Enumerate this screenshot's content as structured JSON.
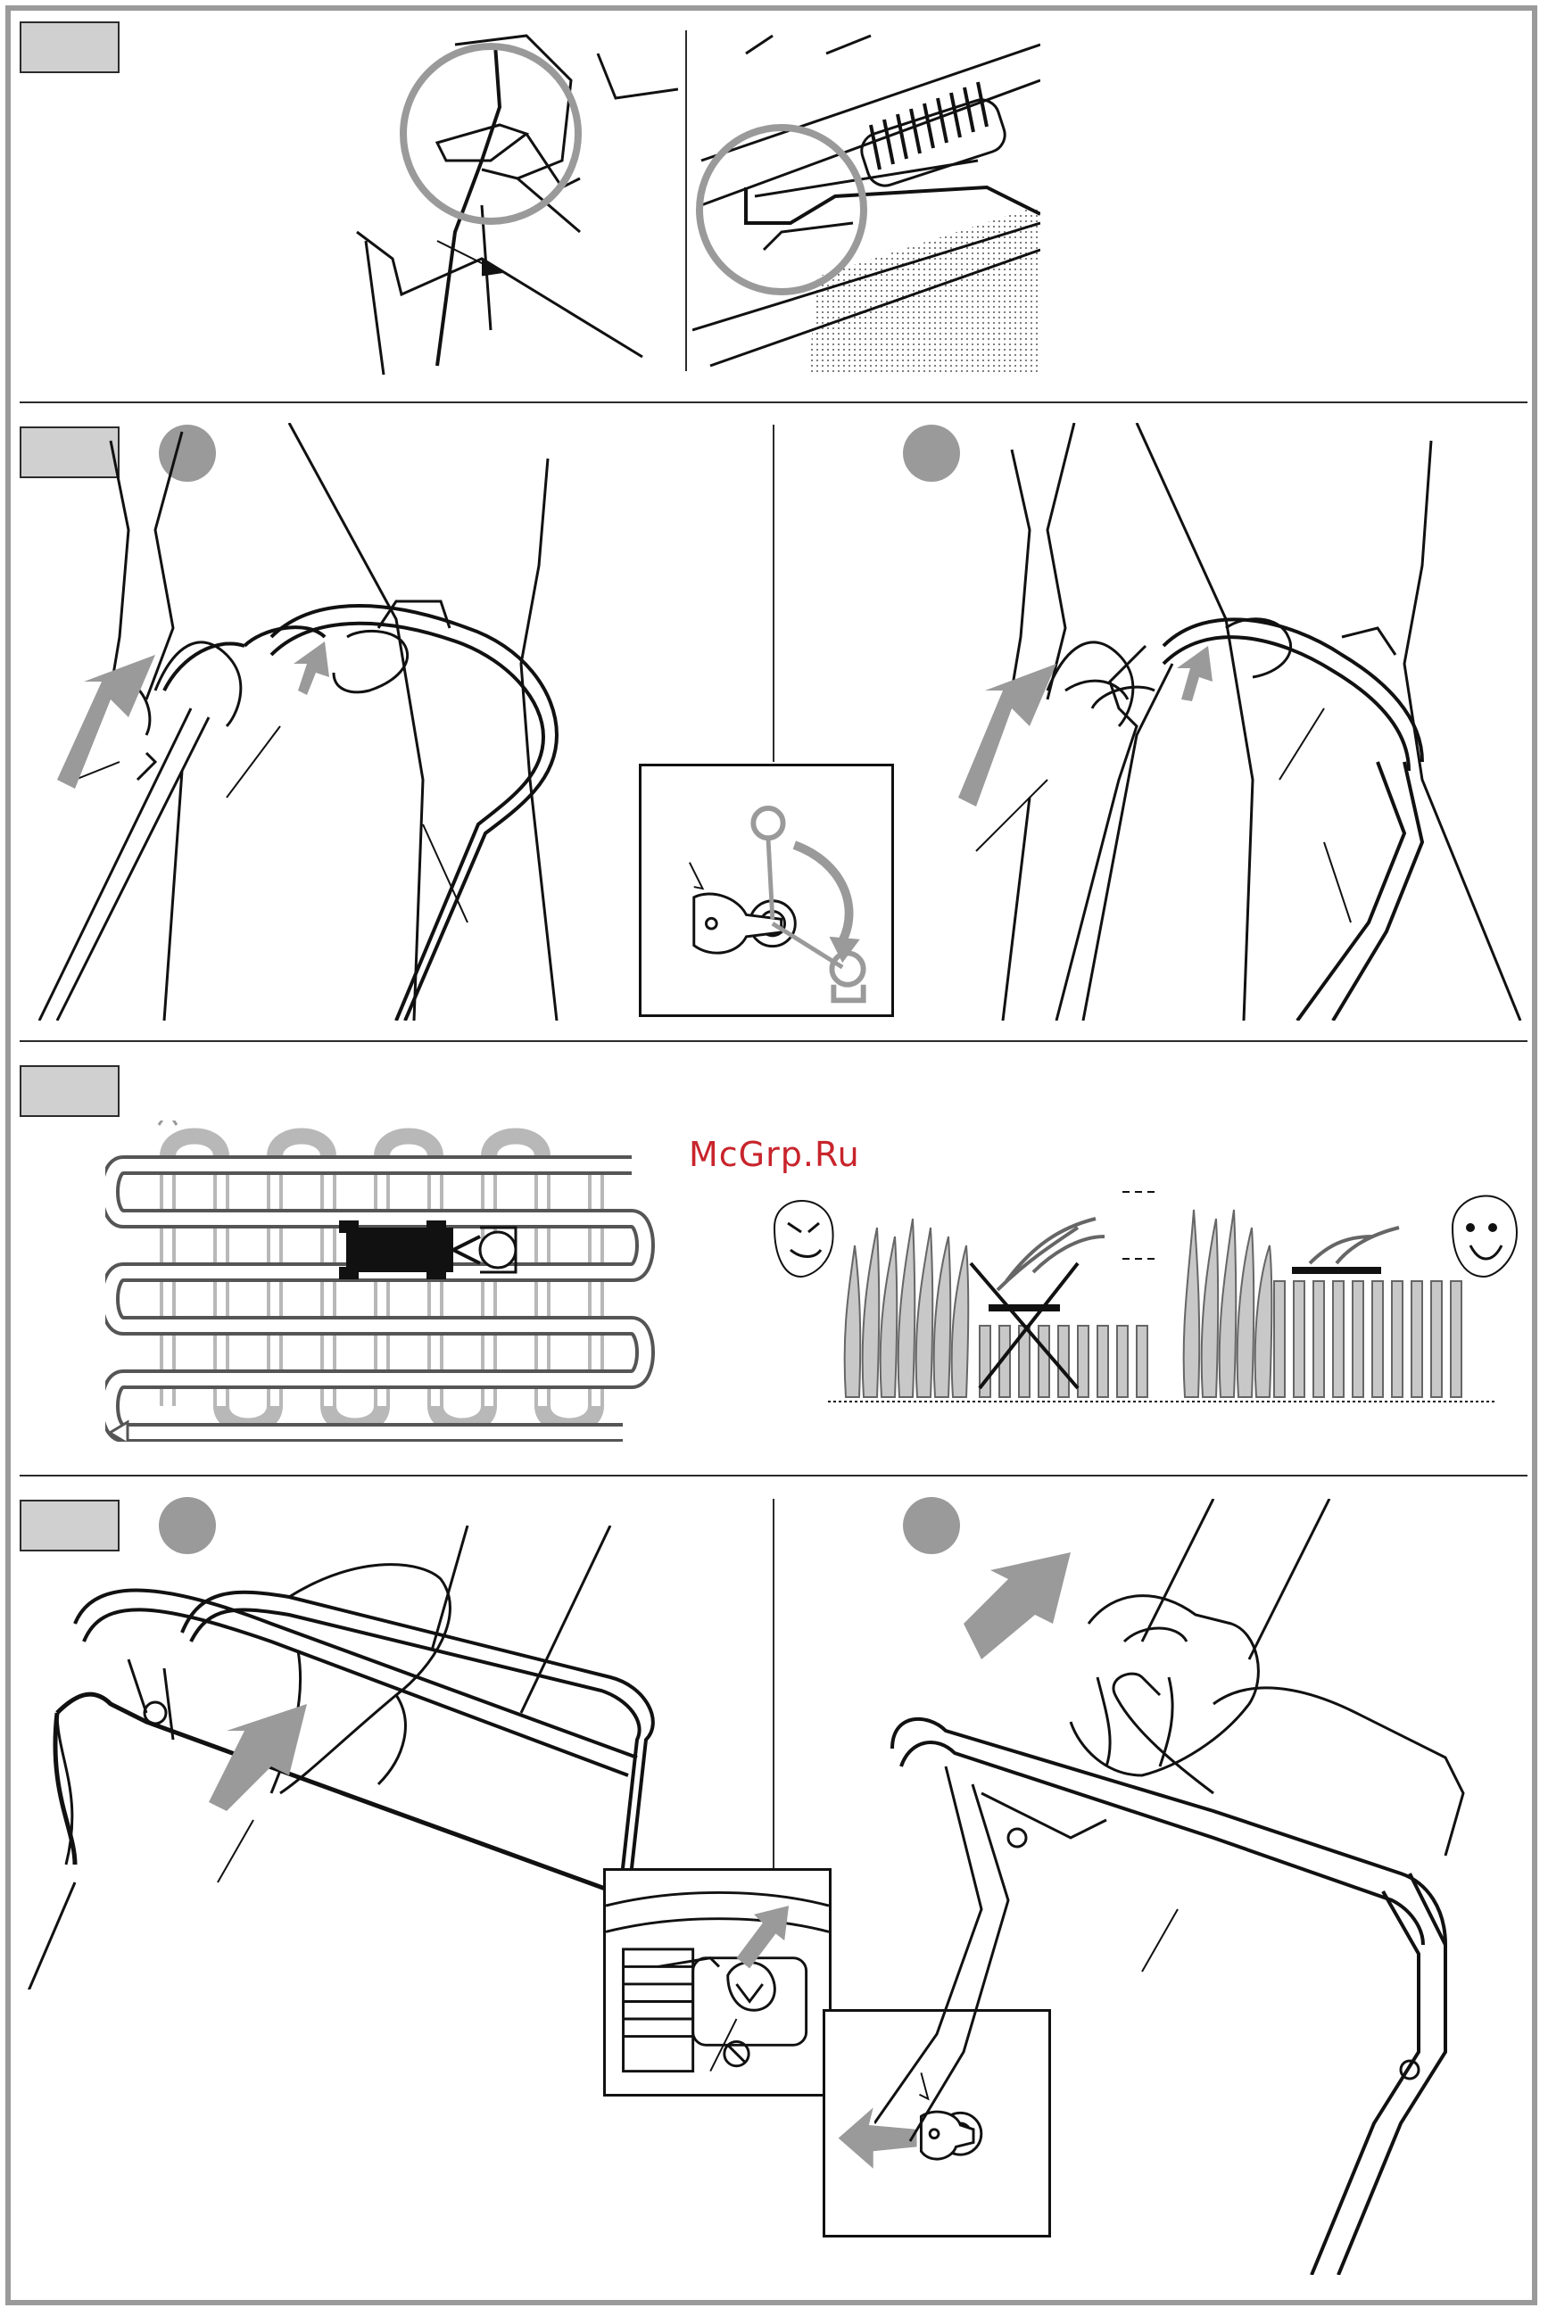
{
  "watermark": {
    "text": "McGrp.Ru"
  },
  "colors": {
    "frame": "#9a9a9a",
    "tab_fill": "#d0d0d0",
    "arrow_gray": "#9a9a9a",
    "watermark": "#c8242b",
    "ink": "#111111"
  },
  "sections": [
    {
      "id": "section-1",
      "dots": 0
    },
    {
      "id": "section-2",
      "dots": 2
    },
    {
      "id": "section-3",
      "dots": 0
    },
    {
      "id": "section-4",
      "dots": 2
    }
  ],
  "icons": [
    "magnifier-circle-icon",
    "gray-arrow-icon",
    "key-icon",
    "lock-icon",
    "unlock-icon",
    "angry-face-icon",
    "happy-face-icon",
    "mower-icon"
  ]
}
